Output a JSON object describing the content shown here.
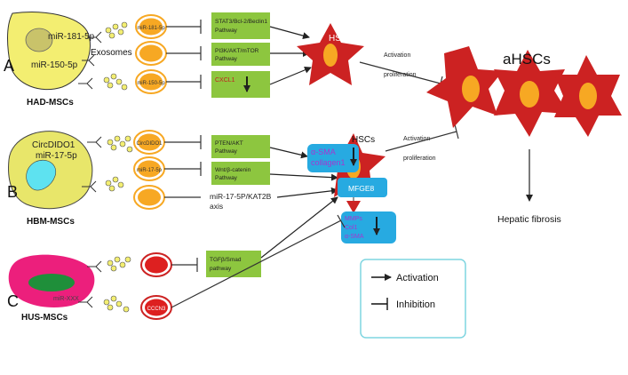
{
  "panels": {
    "a": {
      "letter": "A",
      "cell_label": "HAD-MSCs",
      "mirna1": "miR-181-5p",
      "mirna2": "miR-150-5p",
      "exosomes": "Exosomes"
    },
    "b": {
      "letter": "B",
      "cell_label": "HBM-MSCs",
      "circ": "CircDIDO1",
      "mirna": "miR-17-5p"
    },
    "c": {
      "letter": "C",
      "cell_label": "HUS-MSCs",
      "mirna": "miR-XXX"
    }
  },
  "vesicles": {
    "a1": "miR-181-5p",
    "a3": "miR-150-5p",
    "b1": "CircDIDO1",
    "b2": "miR-17-5p",
    "c2": "CCCN3"
  },
  "pathways": {
    "p1": [
      "STAT3/Bcl-2/Beclin1",
      "Pathway"
    ],
    "p2": [
      "PI3K/AKT/mTOR",
      "Pathway"
    ],
    "p3": "CXCL1",
    "p4": [
      "PTEN/AKT",
      "Pathway"
    ],
    "p5": [
      "Wnt/β-catenin",
      "Pathway"
    ],
    "p6": [
      "TGFβ/Smad",
      "pathway"
    ],
    "axis": [
      "miR-17-5P/KAT2B",
      "axis"
    ]
  },
  "hsc": {
    "label1": "HSCs",
    "label2": "HSCs"
  },
  "arrows": {
    "activation1": "Activation",
    "proliferation1": "proliferation",
    "activation2": "Activation",
    "proliferation2": "proliferation"
  },
  "markers": {
    "box1": [
      "α-SMA",
      "collagen1"
    ],
    "mfge8": "MFGE8",
    "box3": [
      "MMPs",
      "Col1",
      "α-SMA"
    ]
  },
  "ahsc": {
    "label": "aHSCs",
    "outcome": "Hepatic fibrosis"
  },
  "legend": {
    "activation": "Activation",
    "inhibition": "Inhibition"
  },
  "colors": {
    "hsc_red": "#cc2222",
    "nucleus_orange": "#f7a823",
    "pathway_green": "#8dc63f",
    "marker_blue": "#27aae1",
    "marker_text": "#a537d0",
    "yellow_cell": "#f3ee71",
    "pink_cell": "#ec1f7c",
    "legend_border": "#7fd5e0"
  }
}
